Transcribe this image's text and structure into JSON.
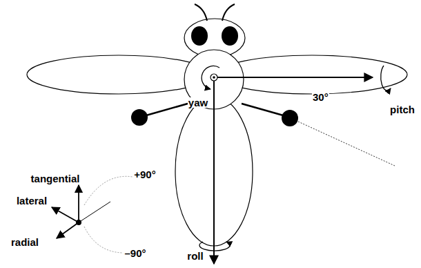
{
  "diagram": {
    "labels": [
      "yaw",
      "30°",
      "pitch",
      "roll",
      "tangential",
      "+90°",
      "lateral",
      "radial",
      "–90°"
    ]
  }
}
